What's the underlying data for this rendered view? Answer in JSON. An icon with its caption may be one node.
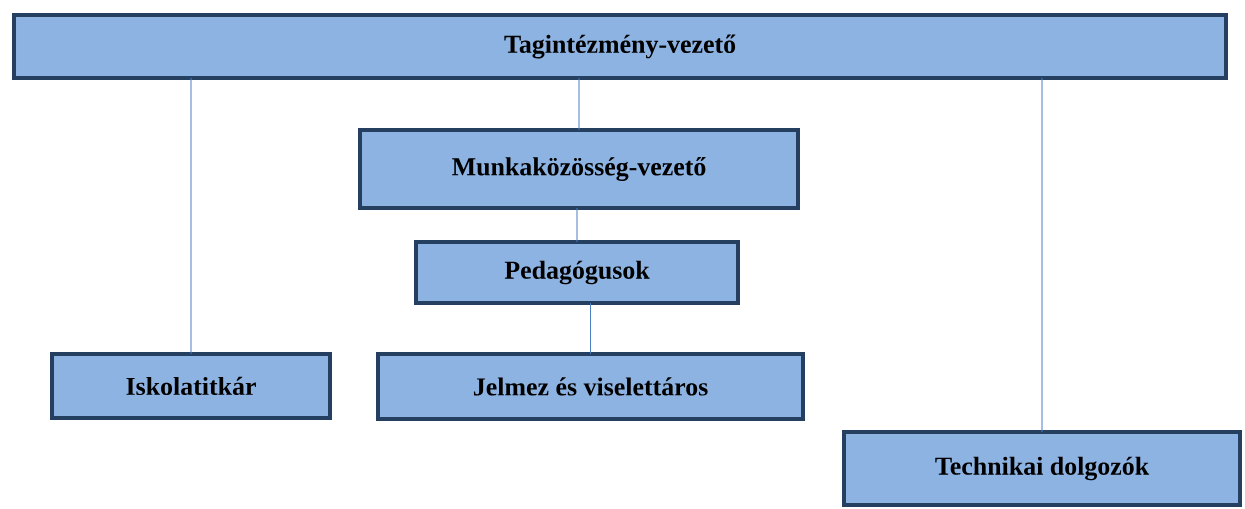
{
  "diagram": {
    "nodes": [
      {
        "text": [
          "Tagintézmény-vezető"
        ]
      },
      {
        "text": [
          "Munkaközösség-vezető"
        ]
      },
      {
        "text": [
          "Pedagógusok"
        ]
      },
      {
        "text": [
          "Iskolatitkár"
        ]
      },
      {
        "text": [
          "Jelmez és viselettáros"
        ]
      },
      {
        "text": [
          "Technikai dolgozók"
        ]
      }
    ],
    "edges": [
      {
        "from": 0,
        "to": 3,
        "arrow": "none"
      },
      {
        "from": 0,
        "to": 1,
        "arrow": "none"
      },
      {
        "from": 1,
        "to": 2,
        "arrow": "none"
      },
      {
        "from": 2,
        "to": 4,
        "arrow": "none"
      },
      {
        "from": 0,
        "to": 5,
        "arrow": "none"
      }
    ]
  }
}
